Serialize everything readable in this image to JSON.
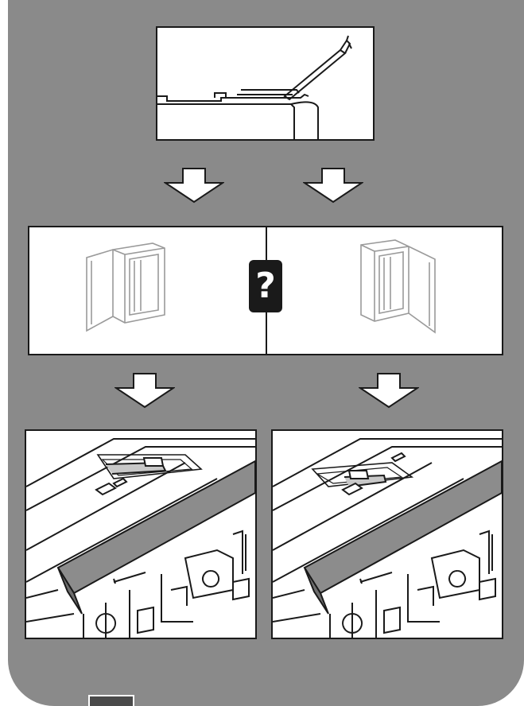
{
  "diagram": {
    "question_mark": "?",
    "colors": {
      "background": "#8a8a8a",
      "panel": "#ffffff",
      "line": "#1a1a1a",
      "trim": "#9a9a9a",
      "badge": "#1a1a1a"
    },
    "steps": [
      {
        "id": "top",
        "content": "lid-raised-illustration"
      },
      {
        "id": "choice-left",
        "content": "door-hinged-left-cabinet-illustration"
      },
      {
        "id": "choice-right",
        "content": "door-hinged-right-cabinet-illustration"
      },
      {
        "id": "result-left",
        "content": "trim-strip-installed-left-illustration"
      },
      {
        "id": "result-right",
        "content": "trim-strip-installed-right-illustration"
      }
    ]
  }
}
